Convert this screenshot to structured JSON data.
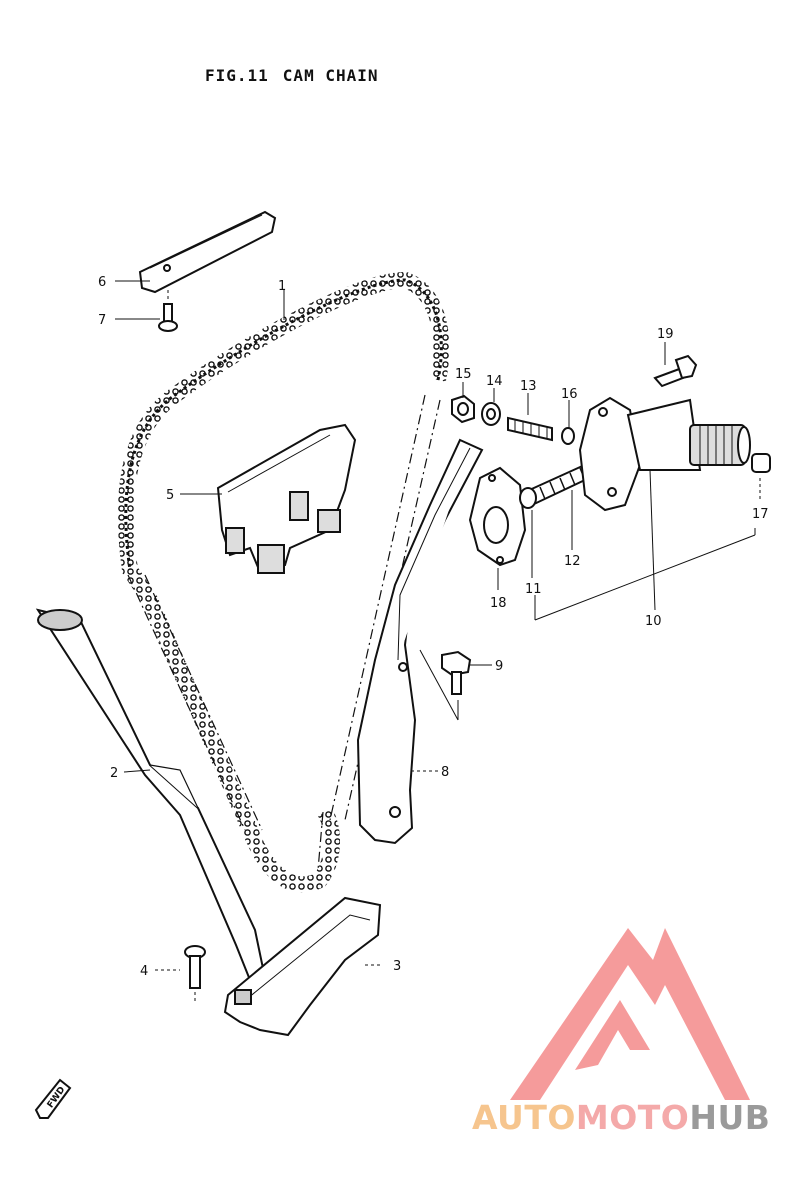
{
  "title": {
    "fig": "FIG.11",
    "name": "CAM CHAIN"
  },
  "parts": [
    {
      "id": "p1",
      "number": "1"
    },
    {
      "id": "p2",
      "number": "2"
    },
    {
      "id": "p3",
      "number": "3"
    },
    {
      "id": "p4",
      "number": "4"
    },
    {
      "id": "p5",
      "number": "5"
    },
    {
      "id": "p6",
      "number": "6"
    },
    {
      "id": "p7",
      "number": "7"
    },
    {
      "id": "p8",
      "number": "8"
    },
    {
      "id": "p9",
      "number": "9"
    },
    {
      "id": "p10",
      "number": "10"
    },
    {
      "id": "p11",
      "number": "11"
    },
    {
      "id": "p12",
      "number": "12"
    },
    {
      "id": "p13",
      "number": "13"
    },
    {
      "id": "p14",
      "number": "14"
    },
    {
      "id": "p15",
      "number": "15"
    },
    {
      "id": "p16",
      "number": "16"
    },
    {
      "id": "p17",
      "number": "17"
    },
    {
      "id": "p18",
      "number": "18"
    },
    {
      "id": "p19",
      "number": "19"
    }
  ],
  "fwd_label": "FWD",
  "watermark": {
    "part1": "AUTO",
    "part2": "MOTO",
    "part3": "HUB",
    "colors": {
      "auto": "#f6c58e",
      "moto": "#f4a9a9",
      "hub": "#9a9a9a",
      "triangle": "#f48a8a"
    }
  }
}
